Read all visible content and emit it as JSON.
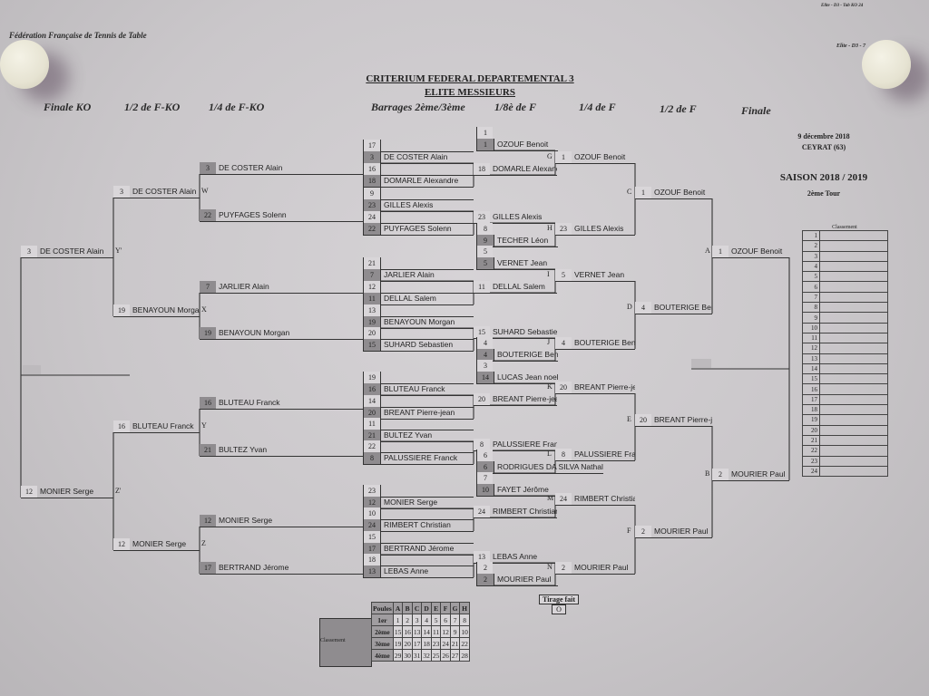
{
  "document": {
    "federation": "Fédération Française de Tennis de Table",
    "ref_top": "Elite - D3 - Tab KO 24",
    "ref": "Elite - D3 - 7",
    "title_line1": "CRITERIUM FEDERAL DEPARTEMENTAL 3",
    "title_line2": "ELITE MESSIEURS"
  },
  "rounds": {
    "ko_final": "Finale KO",
    "ko_semi": "1/2 de F-KO",
    "ko_quarter": "1/4 de F-KO",
    "barrages": "Barrages 2ème/3ème",
    "r16": "1/8è de F",
    "quarter": "1/4 de F",
    "semi": "1/2 de F",
    "final": "Finale"
  },
  "info": {
    "date": "9 décembre 2018",
    "place": "CEYRAT (63)",
    "season": "SAISON 2018 / 2019",
    "tour": "2ème Tour"
  },
  "barrages": [
    {
      "num": "17",
      "seed": "3",
      "name": "DE COSTER Alain"
    },
    {
      "num": "16",
      "seed": "18",
      "name": "DOMARLE Alexandre"
    },
    {
      "num": "9",
      "seed": "23",
      "name": "GILLES Alexis"
    },
    {
      "num": "24",
      "seed": "22",
      "name": "PUYFAGES Solenn"
    },
    {
      "num": "21",
      "seed": "7",
      "name": "JARLIER Alain"
    },
    {
      "num": "12",
      "seed": "11",
      "name": "DELLAL Salem"
    },
    {
      "num": "13",
      "seed": "19",
      "name": "BENAYOUN Morgan"
    },
    {
      "num": "20",
      "seed": "15",
      "name": "SUHARD Sebastien"
    },
    {
      "num": "19",
      "seed": "16",
      "name": "BLUTEAU Franck"
    },
    {
      "num": "14",
      "seed": "20",
      "name": "BREANT Pierre-jean"
    },
    {
      "num": "11",
      "seed": "21",
      "name": "BULTEZ Yvan"
    },
    {
      "num": "22",
      "seed": "8",
      "name": "PALUSSIERE Franck"
    },
    {
      "num": "23",
      "seed": "12",
      "name": "MONIER Serge"
    },
    {
      "num": "10",
      "seed": "24",
      "name": "RIMBERT Christian"
    },
    {
      "num": "15",
      "seed": "17",
      "name": "BERTRAND Jérome"
    },
    {
      "num": "18",
      "seed": "13",
      "name": "LEBAS Anne"
    }
  ],
  "r16_seeded": [
    {
      "num": "1",
      "seed": "1",
      "name": "OZOUF Benoit"
    },
    {
      "num": "8",
      "seed": "9",
      "name": "TECHER Léon"
    },
    {
      "num": "5",
      "seed": "5",
      "name": "VERNET Jean"
    },
    {
      "num": "4",
      "seed": "4",
      "name": "BOUTERIGE Benjamin"
    },
    {
      "num": "3",
      "seed": "14",
      "name": "LUCAS Jean noel"
    },
    {
      "num": "6",
      "seed": "6",
      "name": "RODRIGUES DA SILVA Nathalie"
    },
    {
      "num": "7",
      "seed": "10",
      "name": "FAYET Jérôme"
    },
    {
      "num": "2",
      "seed": "2",
      "name": "MOURIER Paul"
    }
  ],
  "r16_qualifiers": [
    {
      "seed": "18",
      "name": "DOMARLE Alexandre"
    },
    {
      "seed": "23",
      "name": "GILLES Alexis"
    },
    {
      "seed": "11",
      "name": "DELLAL Salem"
    },
    {
      "seed": "15",
      "name": "SUHARD Sebastien"
    },
    {
      "seed": "20",
      "name": "BREANT Pierre-jean"
    },
    {
      "seed": "8",
      "name": "PALUSSIERE Franck"
    },
    {
      "seed": "24",
      "name": "RIMBERT Christian"
    },
    {
      "seed": "13",
      "name": "LEBAS Anne"
    }
  ],
  "quarter": [
    {
      "label": "G",
      "seed": "1",
      "name": "OZOUF Benoit"
    },
    {
      "label": "H",
      "seed": "23",
      "name": "GILLES Alexis"
    },
    {
      "label": "I",
      "seed": "5",
      "name": "VERNET Jean"
    },
    {
      "label": "J",
      "seed": "4",
      "name": "BOUTERIGE Benjamin"
    },
    {
      "label": "K",
      "seed": "20",
      "name": "BREANT Pierre-jean"
    },
    {
      "label": "L",
      "seed": "8",
      "name": "PALUSSIERE Franck"
    },
    {
      "label": "M",
      "seed": "24",
      "name": "RIMBERT Christian"
    },
    {
      "label": "N",
      "seed": "2",
      "name": "MOURIER Paul"
    }
  ],
  "semi": [
    {
      "label": "C",
      "seed": "1",
      "name": "OZOUF Benoit"
    },
    {
      "label": "D",
      "seed": "4",
      "name": "BOUTERIGE Benjamin"
    },
    {
      "label": "E",
      "seed": "20",
      "name": "BREANT Pierre-jean"
    },
    {
      "label": "F",
      "seed": "2",
      "name": "MOURIER Paul"
    }
  ],
  "final": [
    {
      "label": "A",
      "seed": "1",
      "name": "OZOUF Benoit"
    },
    {
      "label": "B",
      "seed": "2",
      "name": "MOURIER Paul"
    }
  ],
  "ko_quarter": [
    {
      "seed": "3",
      "name": "DE COSTER Alain"
    },
    {
      "seed": "22",
      "name": "PUYFAGES Solenn"
    },
    {
      "seed": "7",
      "name": "JARLIER Alain"
    },
    {
      "seed": "19",
      "name": "BENAYOUN Morgan"
    },
    {
      "seed": "16",
      "name": "BLUTEAU Franck"
    },
    {
      "seed": "21",
      "name": "BULTEZ Yvan"
    },
    {
      "seed": "12",
      "name": "MONIER Serge"
    },
    {
      "seed": "17",
      "name": "BERTRAND Jérome"
    }
  ],
  "ko_semi": [
    {
      "label": "W",
      "seed": "3",
      "name": "DE COSTER Alain"
    },
    {
      "label": "X",
      "seed": "19",
      "name": "BENAYOUN Morga"
    },
    {
      "label": "Y",
      "seed": "16",
      "name": "BLUTEAU Franck"
    },
    {
      "label": "Z",
      "seed": "12",
      "name": "MONIER Serge"
    }
  ],
  "ko_final": [
    {
      "label": "Y'",
      "seed": "3",
      "name": "DE COSTER Alain"
    },
    {
      "label": "Z'",
      "seed": "12",
      "name": "MONIER Serge"
    }
  ],
  "classement": {
    "title": "Classement",
    "rows": [
      "1",
      "2",
      "3",
      "4",
      "5",
      "6",
      "7",
      "8",
      "9",
      "10",
      "11",
      "12",
      "13",
      "14",
      "15",
      "16",
      "17",
      "18",
      "19",
      "20",
      "21",
      "22",
      "23",
      "24"
    ]
  },
  "poules": {
    "side_label": "Classement",
    "header": "Poules",
    "columns": [
      "A",
      "B",
      "C",
      "D",
      "E",
      "F",
      "G",
      "H"
    ],
    "rows": [
      {
        "label": "1er",
        "values": [
          "1",
          "2",
          "3",
          "4",
          "5",
          "6",
          "7",
          "8"
        ]
      },
      {
        "label": "2ème",
        "values": [
          "15",
          "16",
          "13",
          "14",
          "11",
          "12",
          "9",
          "10"
        ]
      },
      {
        "label": "3ème",
        "values": [
          "19",
          "20",
          "17",
          "18",
          "23",
          "24",
          "21",
          "22"
        ]
      },
      {
        "label": "4ème",
        "values": [
          "29",
          "30",
          "31",
          "32",
          "25",
          "26",
          "27",
          "28"
        ]
      }
    ]
  },
  "tirage": {
    "label": "Tirage fait",
    "value": "O"
  }
}
